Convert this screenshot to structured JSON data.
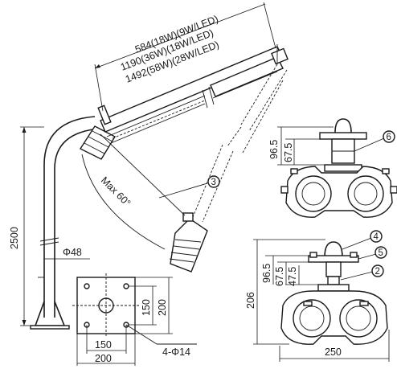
{
  "labels": {
    "len_18w": "584(18W)(9W/LED)",
    "len_36w": "1190(36W)(18W/LED)",
    "len_58w": "1492(58W)(28W/LED)",
    "angle": "Max 60°",
    "height": "2500",
    "pole_dia": "Φ48",
    "plate_150_v": "150",
    "plate_200_v": "200",
    "plate_150_h": "150",
    "plate_200_h": "200",
    "holes": "4-Φ14",
    "top_96_5": "96.5",
    "top_67_5": "67.5",
    "bot_96_5": "96.5",
    "bot_67_5": "67.5",
    "bot_47_5": "47.5",
    "bot_206": "206",
    "bot_250": "250",
    "callout_3": "3",
    "callout_6": "6",
    "callout_4": "4",
    "callout_5": "5",
    "callout_2": "2"
  }
}
